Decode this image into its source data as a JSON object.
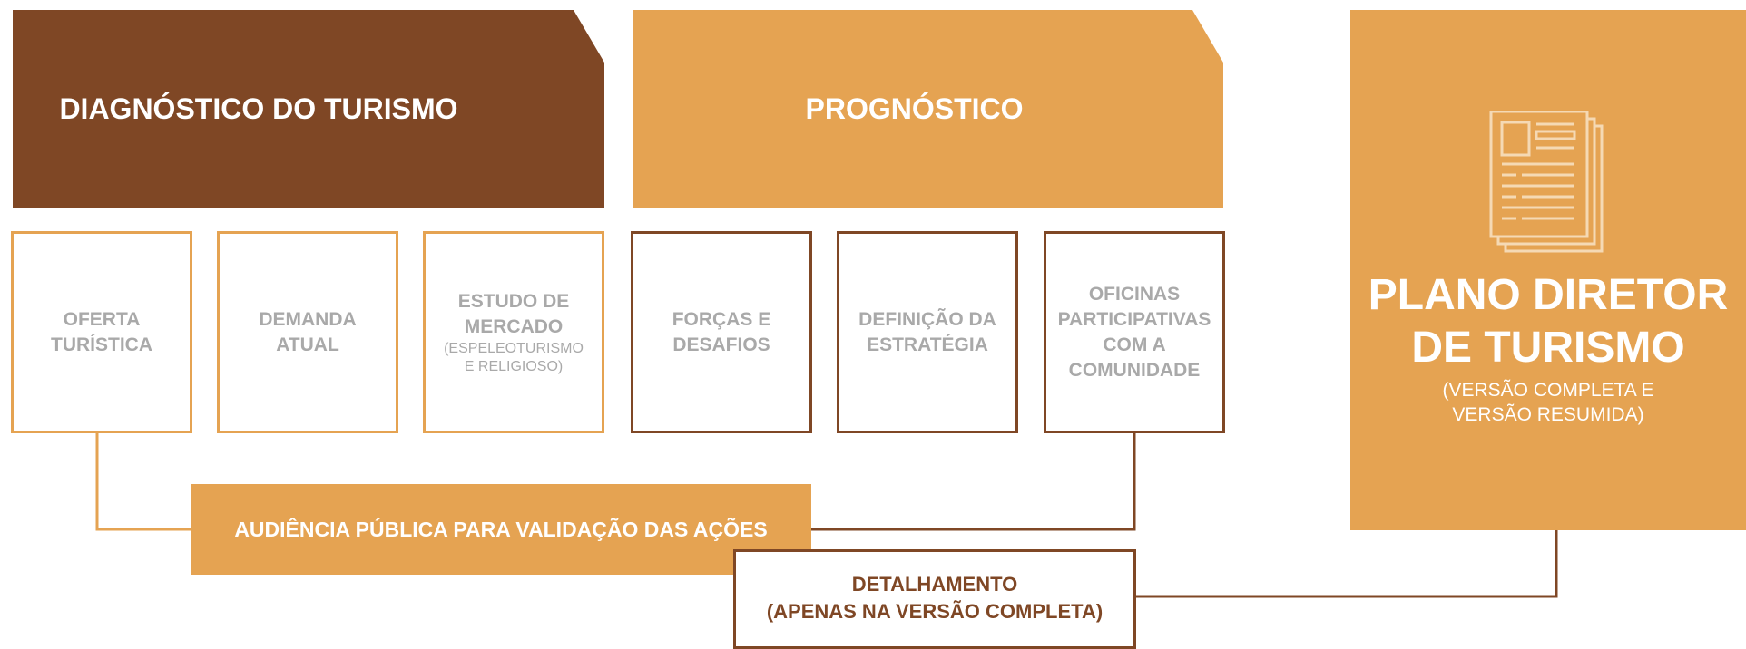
{
  "colors": {
    "brown": "#7f4725",
    "orange": "#e5a352",
    "gray_text": "#a9a9a9",
    "icon": "#f5d9b4"
  },
  "header_diagnostico": {
    "label": "DIAGNÓSTICO DO TURISMO"
  },
  "header_prognostico": {
    "label": "PROGNÓSTICO"
  },
  "boxes": [
    {
      "line1": "OFERTA",
      "line2": "TURÍSTICA"
    },
    {
      "line1": "DEMANDA",
      "line2": "ATUAL"
    },
    {
      "line1": "ESTUDO DE",
      "line2": "MERCADO",
      "sub1": "(ESPELEOTURISMO",
      "sub2": "E RELIGIOSO)"
    },
    {
      "line1": "FORÇAS E",
      "line2": "DESAFIOS"
    },
    {
      "line1": "DEFINIÇÃO DA",
      "line2": "ESTRATÉGIA"
    },
    {
      "line1": "OFICINAS",
      "line2": "PARTICIPATIVAS",
      "line3": "COM A",
      "line4": "COMUNIDADE"
    }
  ],
  "audiencia": {
    "label": "AUDIÊNCIA PÚBLICA PARA VALIDAÇÃO DAS AÇÕES"
  },
  "detalhamento": {
    "line1": "DETALHAMENTO",
    "line2": "(APENAS NA VERSÃO COMPLETA)"
  },
  "plano": {
    "icon": "document-icon",
    "title_line1": "PLANO DIRETOR",
    "title_line2": "DE TURISMO",
    "sub_line1": "(VERSÃO COMPLETA E",
    "sub_line2": "VERSÃO RESUMIDA)"
  }
}
